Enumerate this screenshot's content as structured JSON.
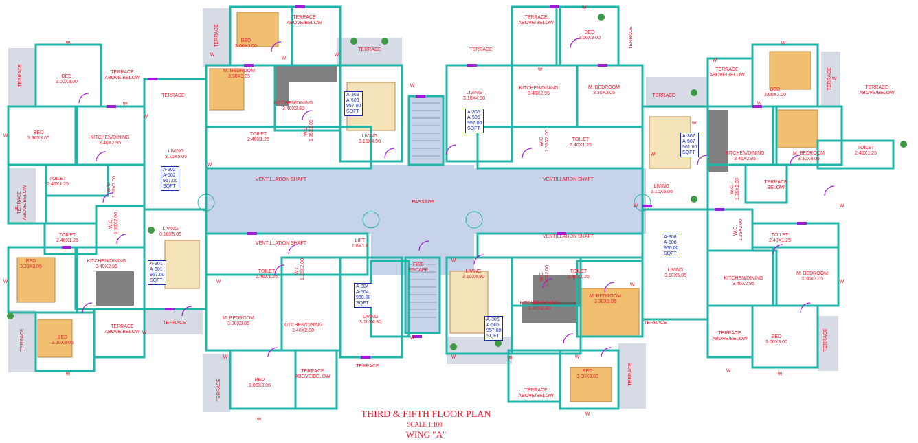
{
  "colors": {
    "wall": "#1fb5a8",
    "label": "#e8192c",
    "unit": "#1a2db8",
    "passage": "#c7d3e8",
    "terrace": "#d7dbe6",
    "door": "#a11cd6",
    "furniture": "#f0c070",
    "dark": "#555555"
  },
  "rooms": [
    {
      "id": "terrace_1",
      "text": "TERRACE"
    },
    {
      "id": "terrace_2",
      "text": "TERRACE\nABOVE/BELOW"
    },
    {
      "id": "terrace_3",
      "text": "TERRACE"
    },
    {
      "id": "terrace_4",
      "text": "TERRACE\nABOVE/BELOW"
    },
    {
      "id": "terrace_5",
      "text": "TERRACE"
    },
    {
      "id": "terrace_6",
      "text": "TERRACE"
    },
    {
      "id": "terrace_7",
      "text": "TERRACE\nABOVE/BELOW"
    },
    {
      "id": "terrace_8",
      "text": "TERRACE\nABOVE/BELOW"
    },
    {
      "id": "terrace_9",
      "text": "TERRACE"
    },
    {
      "id": "terrace_10",
      "text": "TERRACE\nABOVE/BELOW"
    },
    {
      "id": "terrace_11",
      "text": "TERRACE\nABOVE/BELOW"
    },
    {
      "id": "terrace_12",
      "text": "TERRACE"
    },
    {
      "id": "terrace_13",
      "text": "TERRACE"
    },
    {
      "id": "terrace_14",
      "text": "TERRACE"
    },
    {
      "id": "terrace_15",
      "text": "TERRACE\nABOVE/BELOW"
    },
    {
      "id": "terrace_16",
      "text": "TERRACE"
    },
    {
      "id": "terrace_17",
      "text": "TERRACE"
    },
    {
      "id": "terrace_18",
      "text": "TERRACE\nABOVE/BELOW"
    },
    {
      "id": "terrace_19",
      "text": "TERRACE"
    },
    {
      "id": "terrace_20",
      "text": "TERRACE\nABOVE/BELOW"
    },
    {
      "id": "terrace_21",
      "text": "TERRACE"
    },
    {
      "id": "terrace_22",
      "text": "TERRACE"
    },
    {
      "id": "terrace_23",
      "text": "TERRACE\nBELOW"
    },
    {
      "id": "terrace_24",
      "text": "TERRACE"
    },
    {
      "id": "terrace_25",
      "text": "TERRACE\nABOVE/BELOW"
    },
    {
      "id": "terrace_26",
      "text": "TERRACE"
    },
    {
      "id": "bed_1",
      "text": "BED\n3.00X3.00"
    },
    {
      "id": "bed_2",
      "text": "BED\n3.30X3.05"
    },
    {
      "id": "bed_3",
      "text": "BED\n3.30X3.05"
    },
    {
      "id": "bed_4",
      "text": "BED\n3.30X3.05"
    },
    {
      "id": "bed_5",
      "text": "BED\n3.00X3.00"
    },
    {
      "id": "bed_6",
      "text": "BED\n3.00X3.00"
    },
    {
      "id": "bed_7",
      "text": "BED\n3.00X3.00"
    },
    {
      "id": "bed_8",
      "text": "BED\n3.00X3.00"
    },
    {
      "id": "bed_9",
      "text": "BED\n3.00X3.00"
    },
    {
      "id": "bed_10",
      "text": "BED\n3.00X3.00"
    },
    {
      "id": "mbed_1",
      "text": "M. BEDROOM\n3.30X3.05"
    },
    {
      "id": "mbed_2",
      "text": "M. BEDROOM\n3.30X3.05"
    },
    {
      "id": "mbed_3",
      "text": "M. BEDROOM\n3.30X3.05"
    },
    {
      "id": "mbed_4",
      "text": "M. BEDROOM\n3.30X3.05"
    },
    {
      "id": "mbed_5",
      "text": "M. BEDROOM\n3.30X3.05"
    },
    {
      "id": "mbed_6",
      "text": "M. BEDROOM\n3.30X3.05"
    },
    {
      "id": "kitchen_1",
      "text": "KITCHEN/DINING\n3.40X2.95"
    },
    {
      "id": "kitchen_2",
      "text": "KITCHEN/DINING\n3.40X2.95"
    },
    {
      "id": "kitchen_3",
      "text": "KITCHEN/DINING\n3.40X2.80"
    },
    {
      "id": "kitchen_4",
      "text": "KITCHEN/DINING\n3.40X2.80"
    },
    {
      "id": "kitchen_5",
      "text": "KITCHEN/DINING\n3.40X2.95"
    },
    {
      "id": "kitchen_6",
      "text": "KITCHEN/DINING\n3.40X2.80"
    },
    {
      "id": "kitchen_7",
      "text": "KITCHEN/DINING\n3.40X2.95"
    },
    {
      "id": "kitchen_8",
      "text": "KITCHEN/DINING\n3.40X2.95"
    },
    {
      "id": "living_1",
      "text": "LIVING\n3.10X5.05"
    },
    {
      "id": "living_2",
      "text": "LIVING\n3.10X5.05"
    },
    {
      "id": "living_3",
      "text": "LIVING\n3.10X4.90"
    },
    {
      "id": "living_4",
      "text": "LIVING\n3.10X4.90"
    },
    {
      "id": "living_5",
      "text": "LIVING\n3.10X4.90"
    },
    {
      "id": "living_6",
      "text": "LIVING\n3.10X4.90"
    },
    {
      "id": "living_7",
      "text": "LIVING\n3.10X5.05"
    },
    {
      "id": "living_8",
      "text": "LIVING\n3.10X5.05"
    },
    {
      "id": "toilet_1",
      "text": "TOILET\n2.40X1.25"
    },
    {
      "id": "toilet_2",
      "text": "TOILET\n2.40X1.25"
    },
    {
      "id": "toilet_3",
      "text": "TOILET\n2.40X1.25"
    },
    {
      "id": "toilet_4",
      "text": "TOILET\n2.40X1.25"
    },
    {
      "id": "toilet_5",
      "text": "TOILET\n2.40X1.25"
    },
    {
      "id": "toilet_6",
      "text": "TOILET\n2.40X1.25"
    },
    {
      "id": "toilet_7",
      "text": "TOILET\n2.40X1.25"
    },
    {
      "id": "toilet_8",
      "text": "TOILET\n2.40X1.25"
    },
    {
      "id": "wc_1",
      "text": "W.C.\n1.35X2.00"
    },
    {
      "id": "wc_2",
      "text": "W.C.\n1.35X2.00"
    },
    {
      "id": "wc_3",
      "text": "W.C.\n1.35X2.00"
    },
    {
      "id": "wc_4",
      "text": "W.C.\n1.35X2.00"
    },
    {
      "id": "wc_5",
      "text": "W.C.\n1.35X2.00"
    },
    {
      "id": "wc_6",
      "text": "W.C.\n1.35X2.00"
    },
    {
      "id": "wc_7",
      "text": "W.C.\n1.35X2.00"
    },
    {
      "id": "wc_8",
      "text": "W.C.\n1.35X2.00"
    },
    {
      "id": "vent_1",
      "text": "VENTILLATION SHAFT"
    },
    {
      "id": "vent_2",
      "text": "VENTILLATION SHAFT"
    },
    {
      "id": "vent_3",
      "text": "VENTILLATION SHAFT"
    },
    {
      "id": "vent_4",
      "text": "VENTILLATION SHAFT"
    },
    {
      "id": "passage",
      "text": "PASSAGE"
    },
    {
      "id": "lift",
      "text": "LIFT\n1.8X1.8"
    },
    {
      "id": "fire",
      "text": "FIRE\nESCAPE"
    }
  ],
  "units": [
    {
      "id": "u302",
      "lines": [
        "A-302",
        "A-502",
        "967.00",
        "SQFT"
      ]
    },
    {
      "id": "u303",
      "lines": [
        "A-303",
        "A-503",
        "957.00",
        "SQFT"
      ]
    },
    {
      "id": "u305",
      "lines": [
        "A-305",
        "A-505",
        "957.00",
        "SQFT"
      ]
    },
    {
      "id": "u307",
      "lines": [
        "A-307",
        "A-507",
        "961.00",
        "SQFT"
      ]
    },
    {
      "id": "u301",
      "lines": [
        "A-301",
        "A-501",
        "967.00",
        "SQFT"
      ]
    },
    {
      "id": "u304",
      "lines": [
        "A-304",
        "A-504",
        "950.00",
        "SQFT"
      ]
    },
    {
      "id": "u306",
      "lines": [
        "A-306",
        "A-506",
        "957.00",
        "SQFT"
      ]
    },
    {
      "id": "u308",
      "lines": [
        "A-308",
        "A-508",
        "960.00",
        "SQFT"
      ]
    }
  ],
  "window_mark": "W",
  "title": {
    "line1": "THIRD & FIFTH FLOOR PLAN",
    "line2": "SCALE 1:100",
    "line3": "WING \"A\""
  }
}
